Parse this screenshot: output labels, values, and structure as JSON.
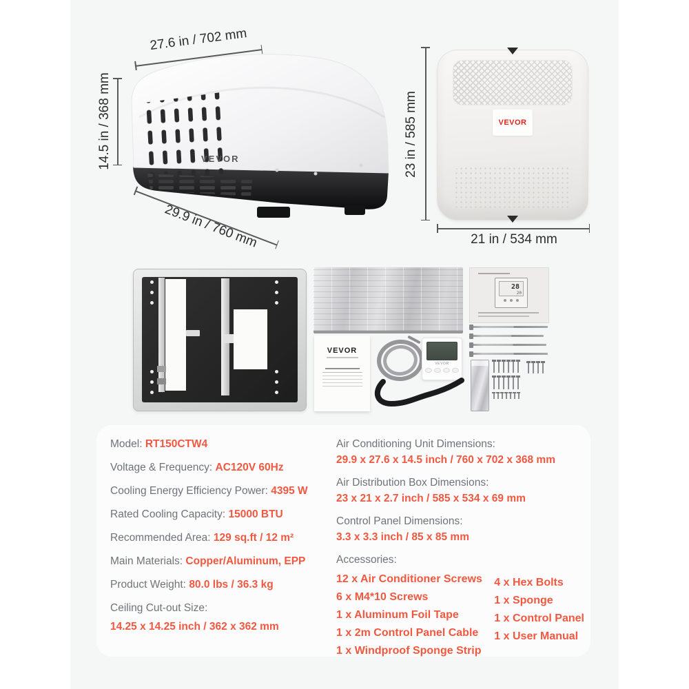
{
  "colors": {
    "accent": "#F05840",
    "brand_red": "#E0231D",
    "dimension_text": "#2C2C2E",
    "label_gray": "#6F7377",
    "canvas": "#F5F6F6",
    "panel": "#FCFCFD"
  },
  "ac_unit": {
    "brand": "VEVOR",
    "dim_width_top": "27.6 in / 702 mm",
    "dim_height": "14.5 in / 368 mm",
    "dim_depth": "29.9 in / 760 mm"
  },
  "distribution_box": {
    "brand": "VEVOR",
    "dim_height": "23 in / 585 mm",
    "dim_width": "21 in / 534 mm"
  },
  "kit": {
    "manual_brand": "VEVOR",
    "control_panel_brand": "VEVOR",
    "thermostat_display": "28",
    "thermostat_display_secondary": "20"
  },
  "specs": {
    "left": [
      {
        "label": "Model: ",
        "value": "RT150CTW4"
      },
      {
        "label": "Voltage & Frequency: ",
        "value": "AC120V 60Hz"
      },
      {
        "label": "Cooling Energy Efficiency Power: ",
        "value": "4395 W"
      },
      {
        "label": "Rated Cooling Capacity: ",
        "value": "15000 BTU"
      },
      {
        "label": "Recommended Area: ",
        "value": "129 sq.ft / 12 m²"
      },
      {
        "label": "Main Materials: ",
        "value": "Copper/Aluminum, EPP"
      },
      {
        "label": "Product Weight: ",
        "value": "80.0 lbs / 36.3 kg"
      }
    ],
    "ceiling_cutout": {
      "label": "Ceiling Cut-out Size:",
      "value": "14.25 x 14.25 inch / 362 x 362 mm"
    },
    "right": [
      {
        "label": "Air Conditioning Unit Dimensions:",
        "value": "29.9 x 27.6 x 14.5 inch / 760 x 702 x 368 mm"
      },
      {
        "label": "Air Distribution Box Dimensions:",
        "value": "23 x 21 x 2.7 inch / 585 x 534 x 69 mm"
      },
      {
        "label": "Control Panel Dimensions:",
        "value": "3.3 x 3.3 inch / 85 x 85 mm"
      }
    ],
    "accessories": {
      "label": "Accessories:",
      "col_a": [
        "12 x Air Conditioner Screws",
        "6 x M4*10 Screws",
        "1 x Aluminum Foil Tape",
        "1 x 2m Control Panel Cable",
        "1 x Windproof Sponge Strip"
      ],
      "col_b": [
        "4 x Hex Bolts",
        "1 x Sponge",
        "1 x Control Panel",
        "1 x User Manual"
      ]
    }
  }
}
